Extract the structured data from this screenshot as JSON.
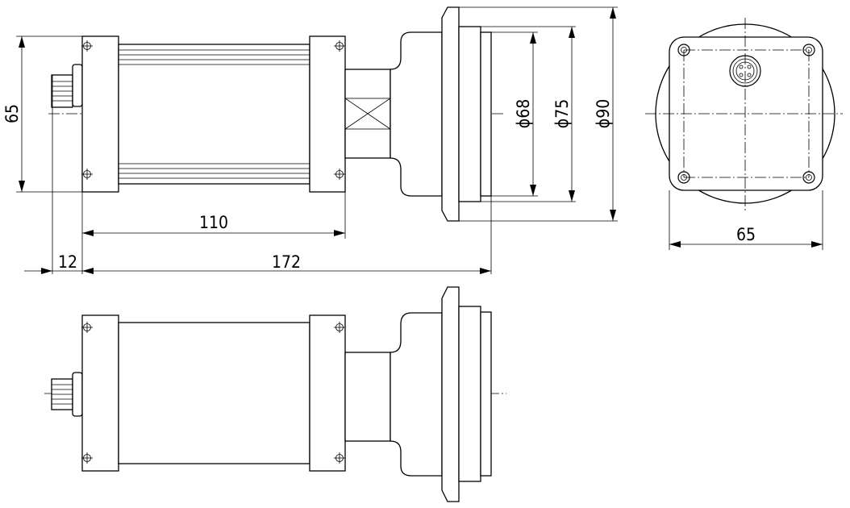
{
  "dimensions": {
    "height": "65",
    "length_110": "110",
    "offset_12": "12",
    "length_172": "172",
    "dia_68": "ϕ68",
    "dia_75": "ϕ75",
    "dia_90": "ϕ90",
    "width": "65"
  }
}
